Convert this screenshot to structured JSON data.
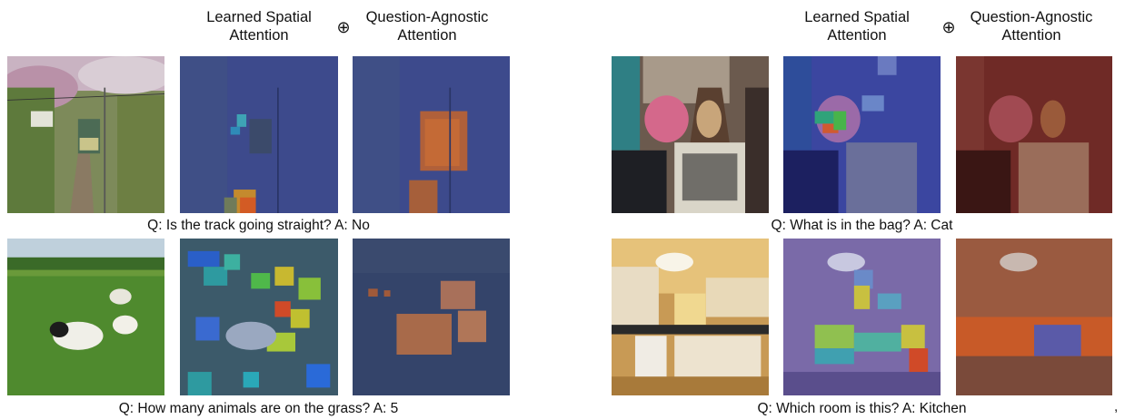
{
  "headers": {
    "learned_spatial": [
      "Learned Spatial",
      "Attention"
    ],
    "operator": "⊕",
    "question_agnostic": [
      "Question-Agnostic",
      "Attention"
    ]
  },
  "captions": {
    "train": "Q: Is the track going straight? A: No",
    "bag": "Q: What is in the bag? A: Cat",
    "sheep": "Q: How many animals are on the grass? A: 5",
    "kitchen": "Q: Which room is this? A: Kitchen"
  },
  "stray_mark": ","
}
